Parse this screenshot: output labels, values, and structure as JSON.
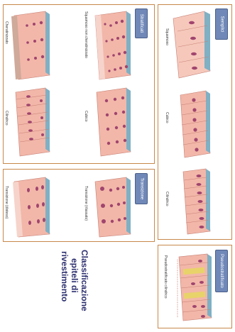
{
  "title": {
    "lines": [
      "Classificazione",
      "epiteli di",
      "rivestimento"
    ]
  },
  "panels": {
    "semplici": {
      "header": "Semplici",
      "items": [
        "Squamoso",
        "Cubico",
        "Cilindrico"
      ]
    },
    "pseudostratificato": {
      "header": "Pseudostratificato",
      "items": [
        "Pseudostratificato cilindrico"
      ]
    },
    "stratificati": {
      "header": "Stratificati",
      "items": [
        "Squamoso non cheratinizzato",
        "Cubico",
        "Cheratinizzato",
        "Cilindrico"
      ]
    },
    "transizione": {
      "header": "Transizione",
      "items": [
        "Transizione (rilassato)",
        "Transizione (disteso)"
      ]
    }
  },
  "colors": {
    "frame": "#c8884a",
    "header_bg": "#6f88b8",
    "cell": "#f2b7a9",
    "cell_dark": "#d98f83",
    "nucleus": "#a0456e",
    "basement": "#7fb0c4",
    "title": "#2d2f6e",
    "goblet": "#e8d36a"
  }
}
